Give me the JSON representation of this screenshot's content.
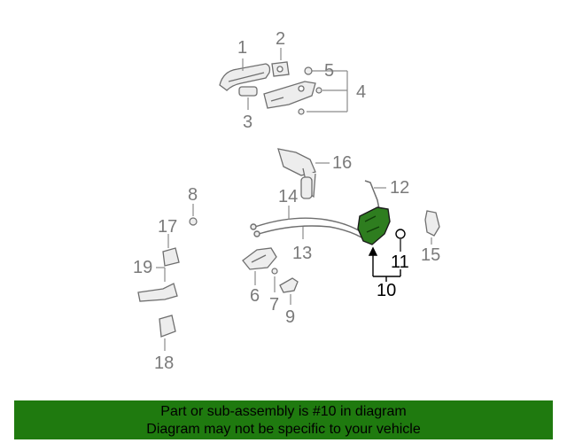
{
  "diagram": {
    "callouts": {
      "c1": "1",
      "c2": "2",
      "c3": "3",
      "c4": "4",
      "c5": "5",
      "c6": "6",
      "c7": "7",
      "c8": "8",
      "c9": "9",
      "c10": "10",
      "c11": "11",
      "c12": "12",
      "c13": "13",
      "c14": "14",
      "c15": "15",
      "c16": "16",
      "c17": "17",
      "c18": "18",
      "c19": "19"
    },
    "highlight_color": "#2e7d1f",
    "line_color": "#8a8a8a"
  },
  "banner": {
    "line1": "Part or sub-assembly is #10 in diagram",
    "line2": "Diagram may not be specific to your vehicle",
    "background": "#1f7a0f"
  }
}
